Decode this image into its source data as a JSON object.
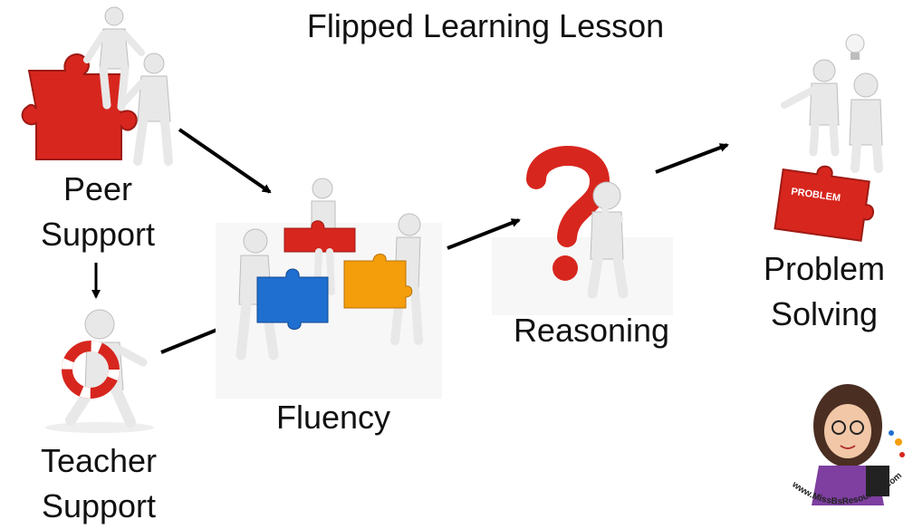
{
  "title": "Flipped Learning Lesson",
  "nodes": {
    "peer_support": [
      "Peer",
      "Support"
    ],
    "teacher_support": [
      "Teacher",
      "Support"
    ],
    "fluency": "Fluency",
    "reasoning": "Reasoning",
    "problem_solving": [
      "Problem",
      "Solving"
    ]
  },
  "puzzle_text": "PROBLEM",
  "watermark": "www.MissBsResources.com",
  "colors": {
    "red": "#d7261e",
    "blue": "#1f6fd1",
    "orange": "#f59e0b",
    "figure": "#e8e8e8",
    "figure_shade": "#bdbdbd"
  }
}
